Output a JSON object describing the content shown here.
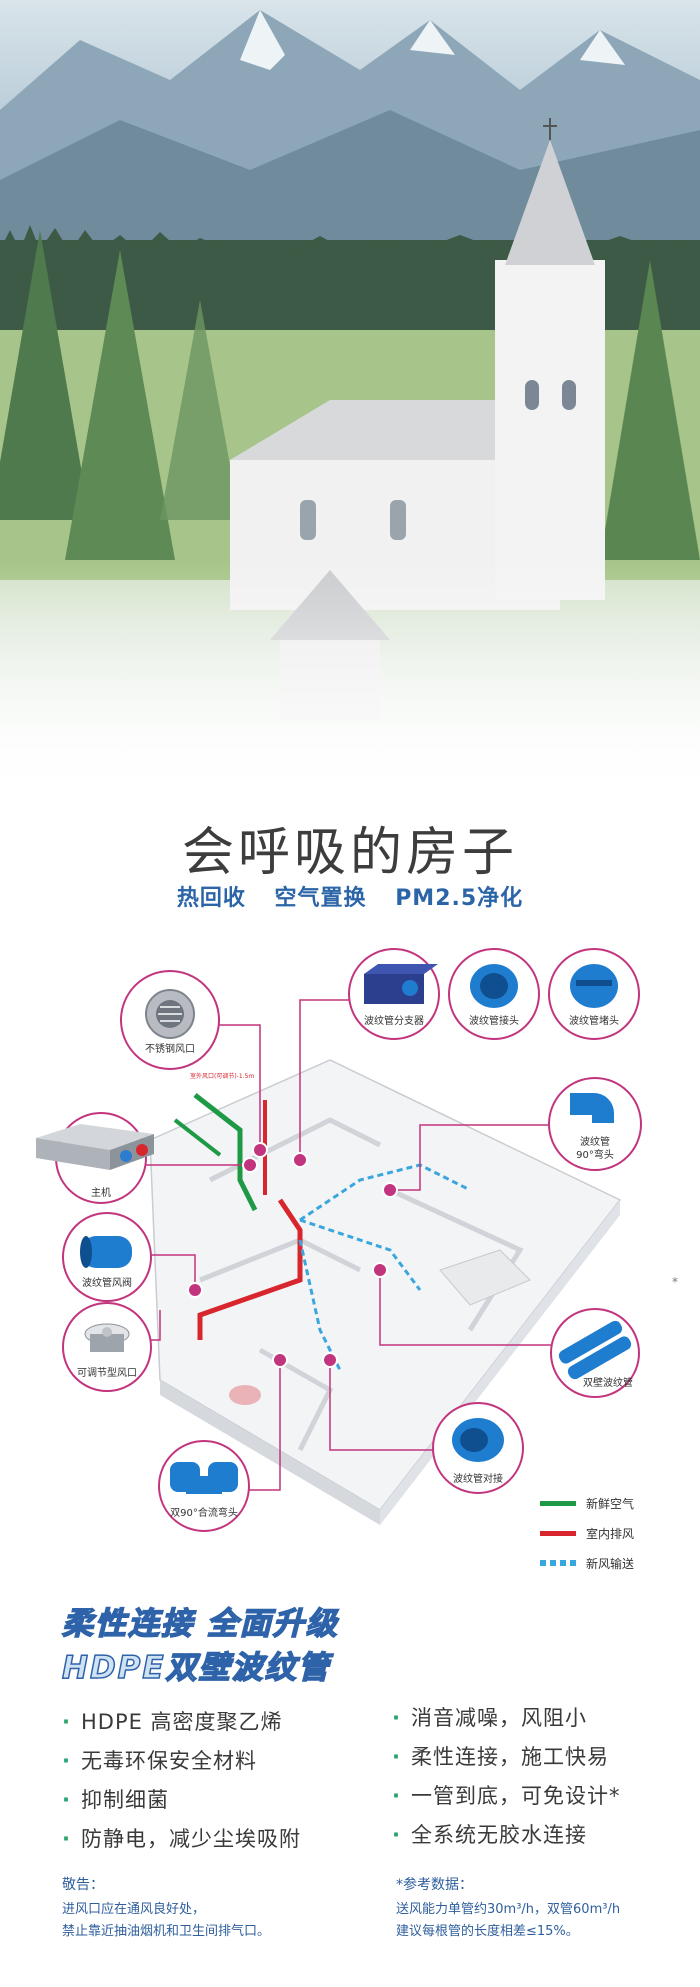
{
  "header": {
    "title": "会呼吸的房子",
    "subtitle": [
      "热回收",
      "空气置换",
      "PM2.5净化"
    ]
  },
  "diagram": {
    "components": {
      "outlet": "不锈钢风口",
      "splitter": "波纹管分支器",
      "connector": "波纹管接头",
      "plug": "波纹管堵头",
      "elbow_line1": "波纹管",
      "elbow_line2": "90°弯头",
      "main_unit": "主机",
      "valve": "波纹管风阀",
      "adjustable": "可调节型风口",
      "double_pipe": "双壁波纹管",
      "docking": "波纹管对接",
      "dual_elbow": "双90°合流弯头"
    },
    "small_label": "室外风口(可调节)-1.5m",
    "legend": [
      {
        "label": "新鲜空气",
        "color": "#1e9a45"
      },
      {
        "label": "室内排风",
        "color": "#d8262e"
      },
      {
        "label": "新风输送",
        "color": "#3aa6de"
      }
    ]
  },
  "sparkle": "*",
  "slogan": {
    "line1": "柔性连接 全面升级",
    "line2": "HDPE双壁波纹管"
  },
  "features_left": [
    "HDPE 高密度聚乙烯",
    "无毒环保安全材料",
    "抑制细菌",
    "防静电，减少尘埃吸附"
  ],
  "features_right": [
    "消音减噪，风阻小",
    "柔性连接，施工快易",
    "一管到底，可免设计*",
    "全系统无胶水连接"
  ],
  "notice": {
    "title": "敬告：",
    "lines": [
      "进风口应在通风良好处，",
      "禁止靠近抽油烟机和卫生间排气口。"
    ]
  },
  "reference": {
    "title": "*参考数据：",
    "lines": [
      "送风能力单管约30m³/h，双管60m³/h",
      "建议每根管的长度相差≤15%。"
    ]
  },
  "colors": {
    "accent": "#c2347d",
    "blue": "#2e63a9",
    "green": "#1e9a45",
    "red": "#d8262e"
  }
}
